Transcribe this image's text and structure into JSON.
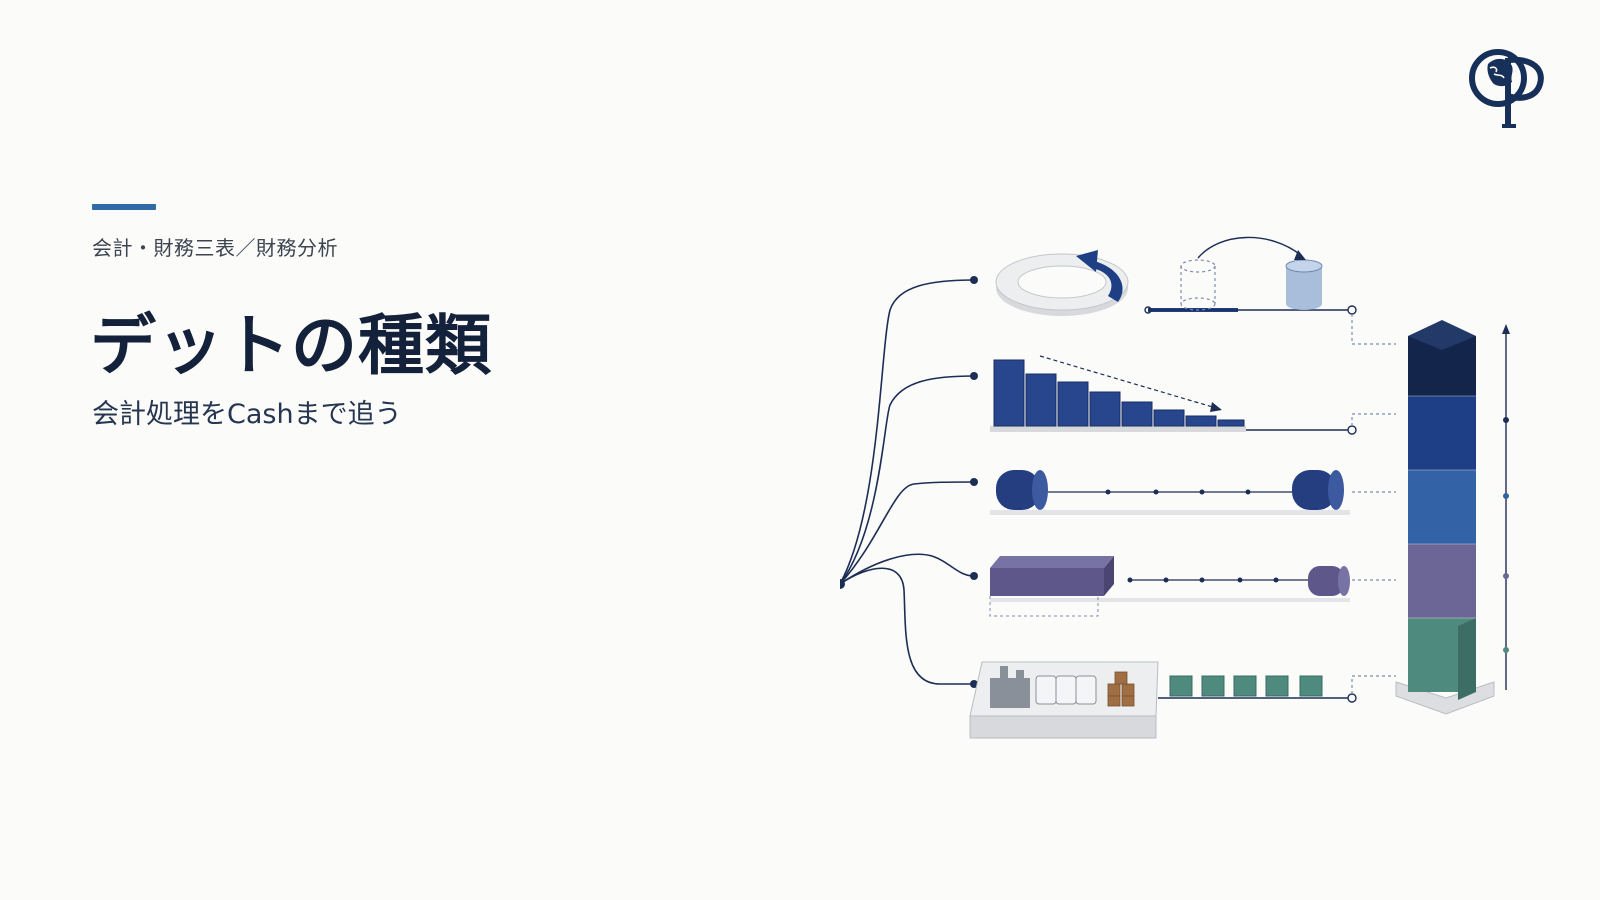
{
  "slide": {
    "category": "会計・財務三表／財務分析",
    "title": "デットの種類",
    "subtitle": "会計処理をCashまで追う"
  },
  "brand": {
    "logo_icon": "lion-op-monogram-icon",
    "colors": {
      "navy": "#14213a",
      "accent": "#2f6aa6",
      "blue_dark": "#1f3f84",
      "purple": "#5d578a",
      "teal": "#4f8a7f"
    }
  },
  "illustration": {
    "rows": [
      {
        "icon": "revolving-credit-icon"
      },
      {
        "icon": "amortizing-loan-icon"
      },
      {
        "icon": "bullet-bond-icon"
      },
      {
        "icon": "mezzanine-note-icon"
      },
      {
        "icon": "asset-backed-lending-icon"
      }
    ],
    "stack_segments": [
      "#13254a",
      "#1e3f86",
      "#3462a6",
      "#6b6696",
      "#4f8a7f"
    ]
  }
}
